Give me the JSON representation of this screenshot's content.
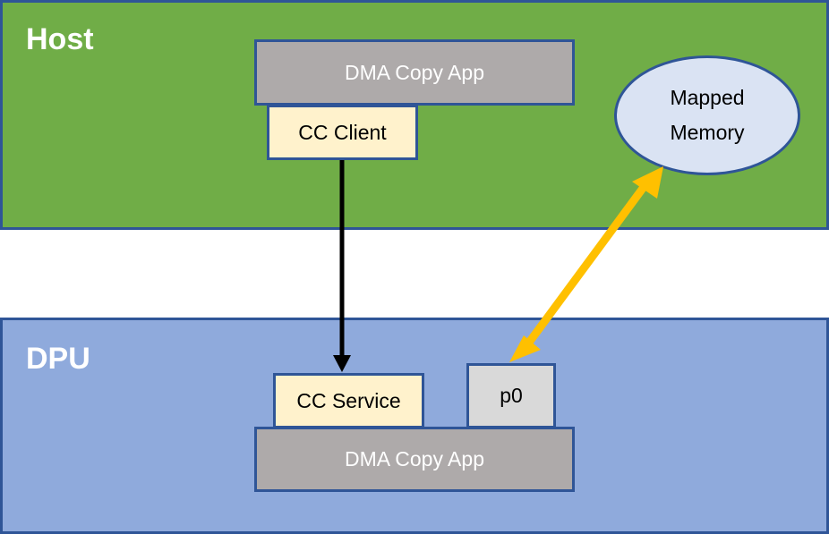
{
  "diagram": {
    "regions": {
      "host": {
        "title": "Host",
        "color": "#70ad47"
      },
      "dpu": {
        "title": "DPU",
        "color": "#8faadc"
      }
    },
    "host_nodes": {
      "dma_app": "DMA Copy App",
      "cc_client": "CC Client",
      "mapped_memory_line1": "Mapped",
      "mapped_memory_line2": "Memory"
    },
    "dpu_nodes": {
      "cc_service": "CC Service",
      "port": "p0",
      "dma_app": "DMA Copy App"
    },
    "edges": [
      {
        "from": "CC Client",
        "to": "CC Service",
        "type": "directed",
        "color": "#000000"
      },
      {
        "from": "Mapped Memory",
        "to": "p0",
        "type": "bidirectional",
        "color": "#ffc000"
      }
    ],
    "colors": {
      "border": "#2f5597",
      "app_fill": "#aeaaaa",
      "cc_fill": "#fff2cc",
      "port_fill": "#d9d9d9",
      "memory_fill": "#dae3f3"
    }
  }
}
